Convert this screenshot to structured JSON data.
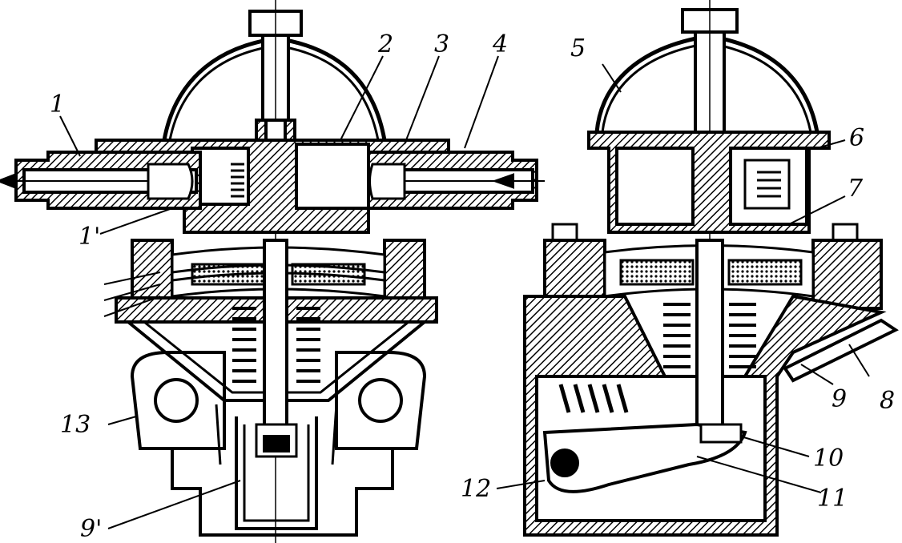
{
  "callouts": {
    "c1": "1",
    "c1p": "1'",
    "c2": "2",
    "c3": "3",
    "c4": "4",
    "c5": "5",
    "c6": "6",
    "c7": "7",
    "c8": "8",
    "c9": "9",
    "c9p": "9'",
    "c10": "10",
    "c11": "11",
    "c12": "12",
    "c13": "13"
  },
  "colors": {
    "ink": "#000000",
    "paper": "#ffffff"
  }
}
